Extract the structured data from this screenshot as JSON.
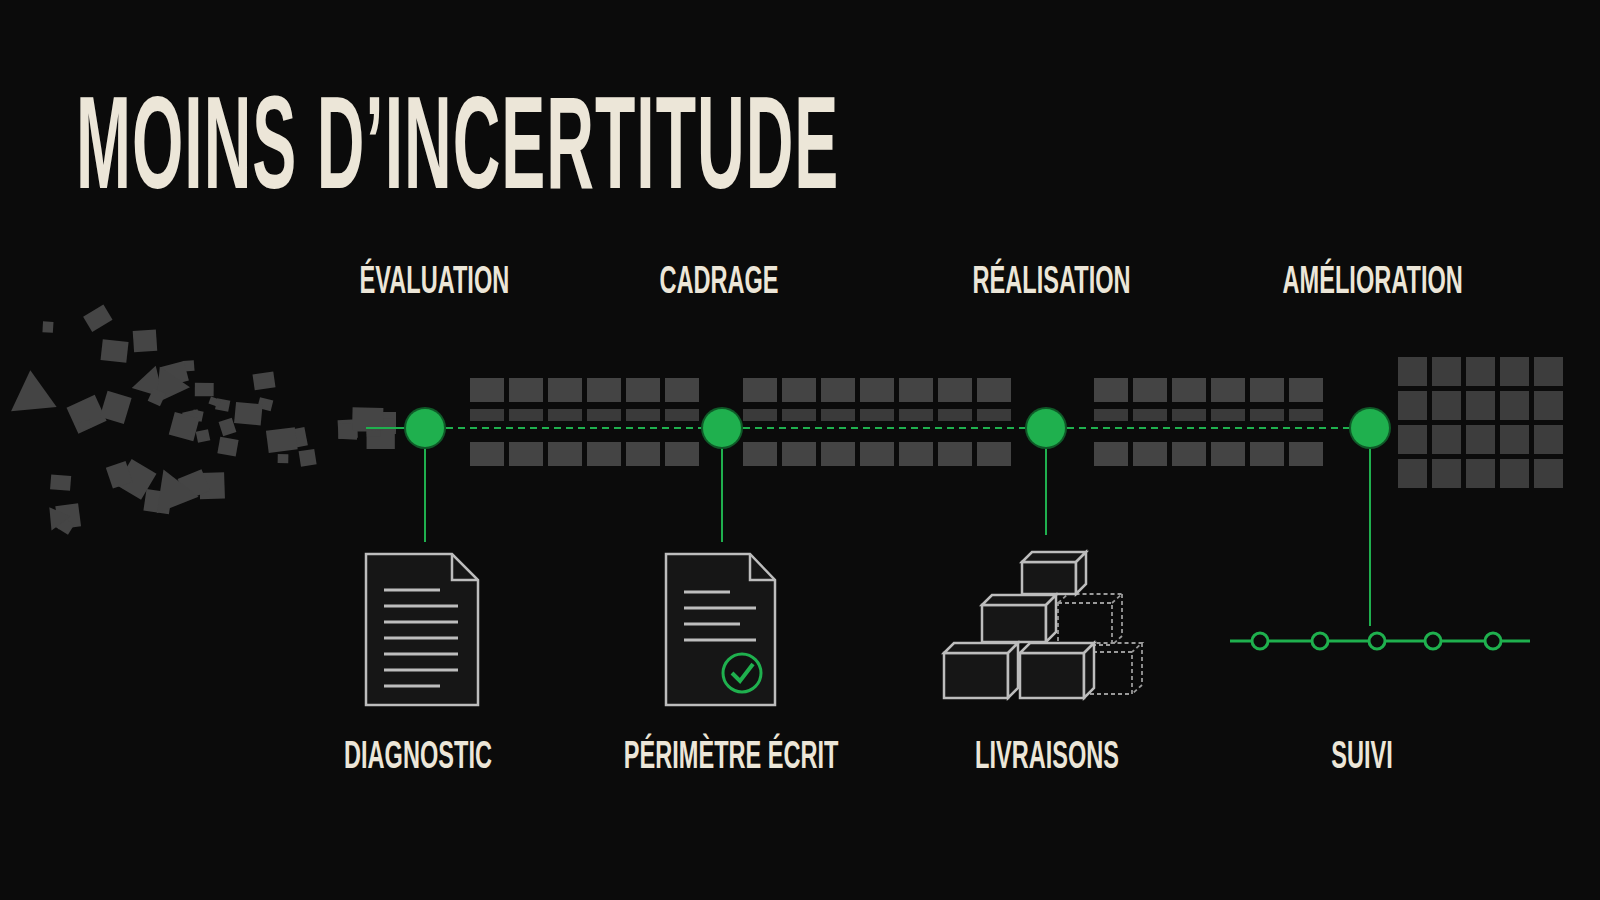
{
  "diagram": {
    "title": "MOINS D’INCERTITUDE",
    "nodes": [
      {
        "text": [
          "ÉVALUATION"
        ]
      },
      {
        "text": [
          "CADRAGE"
        ]
      },
      {
        "text": [
          "RÉALISATION"
        ]
      },
      {
        "text": [
          "AMÉLIORATION"
        ]
      }
    ],
    "edges": [
      {
        "from": 0,
        "to": 1,
        "arrow": "none"
      },
      {
        "from": 1,
        "to": 2,
        "arrow": "none"
      },
      {
        "from": 2,
        "to": 3,
        "arrow": "none"
      }
    ],
    "labels": [
      "DIAGNOSTIC",
      "PÉRIMÈTRE ÉCRIT",
      "LIVRAISONS",
      "SUIVI"
    ]
  }
}
